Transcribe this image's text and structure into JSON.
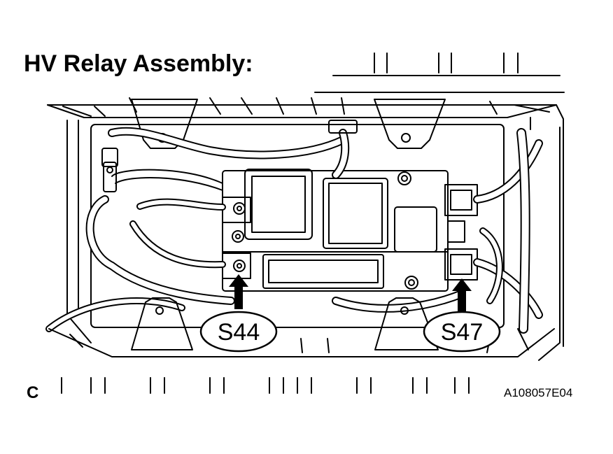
{
  "title": "HV Relay Assembly:",
  "callouts": [
    {
      "id": "s44",
      "label": "S44"
    },
    {
      "id": "s47",
      "label": "S47"
    }
  ],
  "view_letter": "C",
  "figure_id": "A108057E04",
  "colors": {
    "line": "#000000",
    "background": "#ffffff"
  }
}
